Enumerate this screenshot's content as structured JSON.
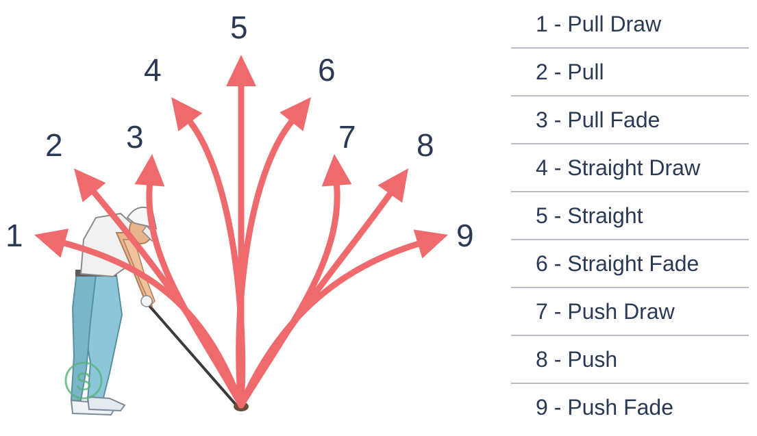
{
  "colors": {
    "arrow": "#ef6a6c",
    "text": "#2a3a55",
    "divider": "#b8bcc4",
    "shirt": "#f1f1f1",
    "pants": "#8cc6d8",
    "skin": "#e7b48e",
    "logo": "#58b37c"
  },
  "diagram": {
    "labels": [
      {
        "id": "1",
        "text": "1"
      },
      {
        "id": "2",
        "text": "2"
      },
      {
        "id": "3",
        "text": "3"
      },
      {
        "id": "4",
        "text": "4"
      },
      {
        "id": "5",
        "text": "5"
      },
      {
        "id": "6",
        "text": "6"
      },
      {
        "id": "7",
        "text": "7"
      },
      {
        "id": "8",
        "text": "8"
      },
      {
        "id": "9",
        "text": "9"
      }
    ],
    "logo_icon": "s-circle-logo-icon",
    "figure_icon": "golfer-illustration-icon"
  },
  "legend": {
    "items": [
      {
        "label": "1 - Pull Draw"
      },
      {
        "label": "2 - Pull"
      },
      {
        "label": "3 - Pull Fade"
      },
      {
        "label": "4 - Straight Draw"
      },
      {
        "label": "5 - Straight"
      },
      {
        "label": "6 - Straight Fade"
      },
      {
        "label": "7 - Push Draw"
      },
      {
        "label": "8 - Push"
      },
      {
        "label": "9 - Push Fade"
      }
    ]
  }
}
